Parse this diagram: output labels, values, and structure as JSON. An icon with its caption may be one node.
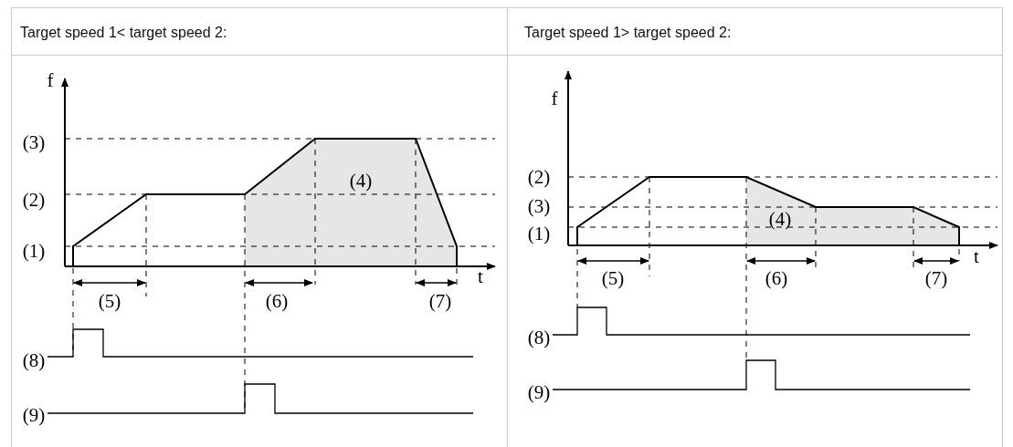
{
  "diagram": {
    "labels": [
      "Target speed 1< target speed 2:",
      "Target speed 1> target speed 2:",
      "f",
      "(3)",
      "(2)",
      "(1)",
      "(4)",
      "t",
      "(5)",
      "(6)",
      "(7)",
      "(8)",
      "(9)",
      "f",
      "(2)",
      "(3)",
      "(1)",
      "(4)",
      "t",
      "(5)",
      "(6)",
      "(7)",
      "(8)",
      "(9)"
    ]
  }
}
